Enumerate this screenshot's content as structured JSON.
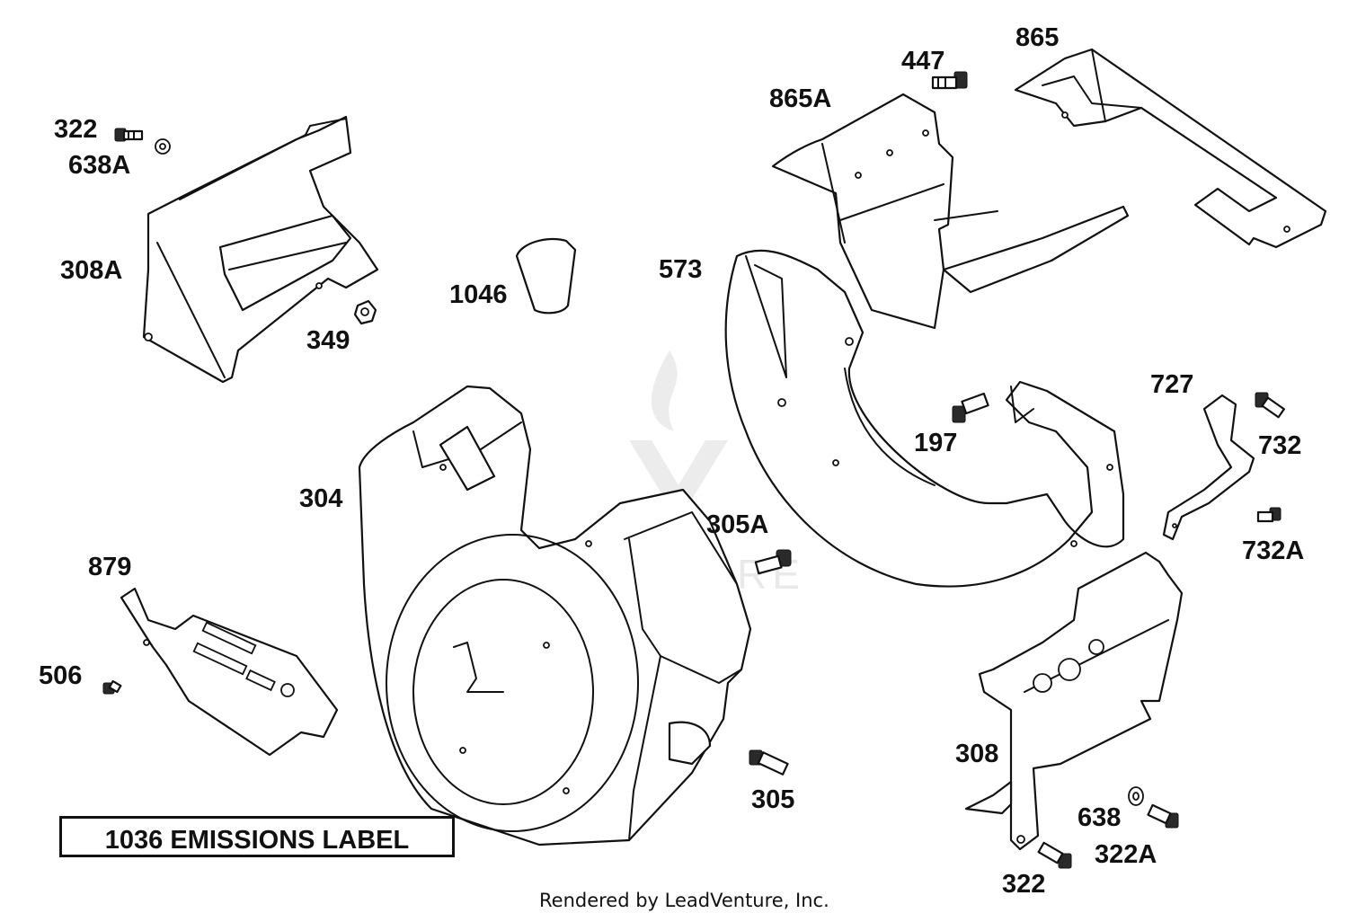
{
  "diagram": {
    "callouts": {
      "p322_top": "322",
      "p638A": "638A",
      "p308A": "308A",
      "p349": "349",
      "p1046": "1046",
      "p865A": "865A",
      "p447": "447",
      "p865": "865",
      "p573": "573",
      "p197": "197",
      "p727": "727",
      "p732": "732",
      "p732A": "732A",
      "p304": "304",
      "p305A": "305A",
      "p879": "879",
      "p506": "506",
      "p305": "305",
      "p308": "308",
      "p638": "638",
      "p322A": "322A",
      "p322_bottom": "322"
    },
    "emissions_label": "1036 EMISSIONS LABEL",
    "watermark": "LEADVENTURE",
    "footer": "Rendered by LeadVenture, Inc."
  }
}
